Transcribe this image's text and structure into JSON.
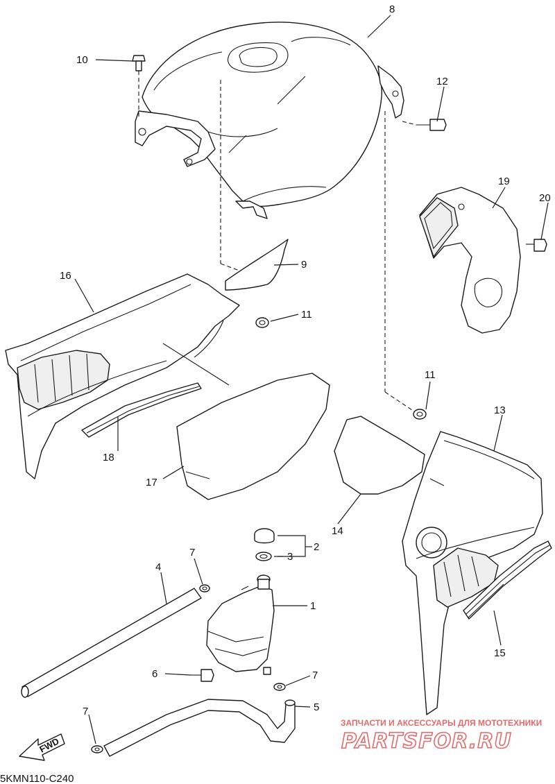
{
  "diagram": {
    "code": "5KMN110-C240",
    "fwd_label": "FWD",
    "parts": [
      {
        "id": "1",
        "name": "oil-tank"
      },
      {
        "id": "2",
        "name": "cap"
      },
      {
        "id": "3",
        "name": "washer"
      },
      {
        "id": "4",
        "name": "hose"
      },
      {
        "id": "5",
        "name": "hose"
      },
      {
        "id": "6",
        "name": "bolt"
      },
      {
        "id": "7",
        "name": "clip"
      },
      {
        "id": "8",
        "name": "fuel-tank-cover"
      },
      {
        "id": "9",
        "name": "emblem"
      },
      {
        "id": "10",
        "name": "bolt"
      },
      {
        "id": "11",
        "name": "grommet"
      },
      {
        "id": "12",
        "name": "bolt"
      },
      {
        "id": "13",
        "name": "right-side-cover"
      },
      {
        "id": "14",
        "name": "graphic"
      },
      {
        "id": "15",
        "name": "stripe"
      },
      {
        "id": "16",
        "name": "left-side-cover"
      },
      {
        "id": "17",
        "name": "graphic"
      },
      {
        "id": "18",
        "name": "stripe"
      },
      {
        "id": "19",
        "name": "air-duct"
      },
      {
        "id": "20",
        "name": "bolt"
      }
    ]
  },
  "watermark": {
    "tagline": "ЗАПЧАСТИ И АКСЕССУАРЫ ДЛЯ МОТОТЕХНИКИ",
    "brand": "PARTSFOR.RU",
    "color": "#e05050"
  }
}
